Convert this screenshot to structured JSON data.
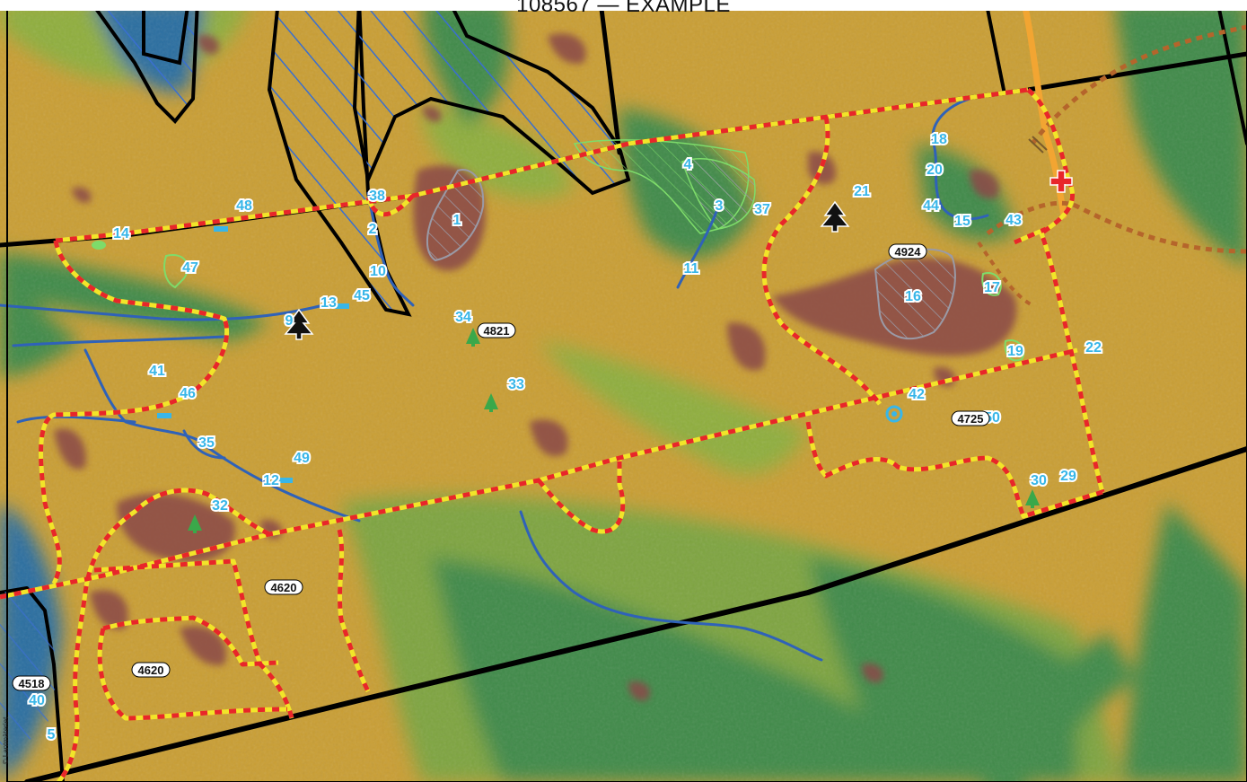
{
  "title": "108567 — EXAMPLE",
  "copyright": "© Lantmäteriet",
  "colors": {
    "terrain_dry": "#c99e34",
    "terrain_mid": "#8fae3c",
    "terrain_wet": "#3f8a4a",
    "terrain_water": "#2a6ea0",
    "clearing": "#8a4a4a",
    "boundary_black": "#000000",
    "dash_red": "#e8262a",
    "dash_yellow": "#f2e529",
    "stream": "#2f62b8",
    "road_orange": "#f2a532",
    "brown_track": "#b5652b",
    "hatch_blue": "#3a6fd0",
    "hatch_gray": "#9a9aa6",
    "wetland_green": "#7edc6a",
    "label_blue": "#38b6e8",
    "cross_red": "#e8262a"
  },
  "icons": {
    "pine_tree": "pine-tree-icon",
    "small_tree": "small-tree-icon",
    "first_aid_cross": "red-cross-icon",
    "spring": "spring-circle-icon"
  },
  "labels": [
    "1",
    "2",
    "3",
    "4",
    "5",
    "9",
    "10",
    "11",
    "12",
    "13",
    "14",
    "15",
    "16",
    "17",
    "18",
    "19",
    "20",
    "21",
    "22",
    "29",
    "30",
    "32",
    "33",
    "34",
    "35",
    "37",
    "38",
    "40",
    "41",
    "42",
    "43",
    "44",
    "45",
    "46",
    "47",
    "48",
    "49",
    "50"
  ],
  "parcels": [
    "4924",
    "4821",
    "4725",
    "4620",
    "4620",
    "4518"
  ]
}
